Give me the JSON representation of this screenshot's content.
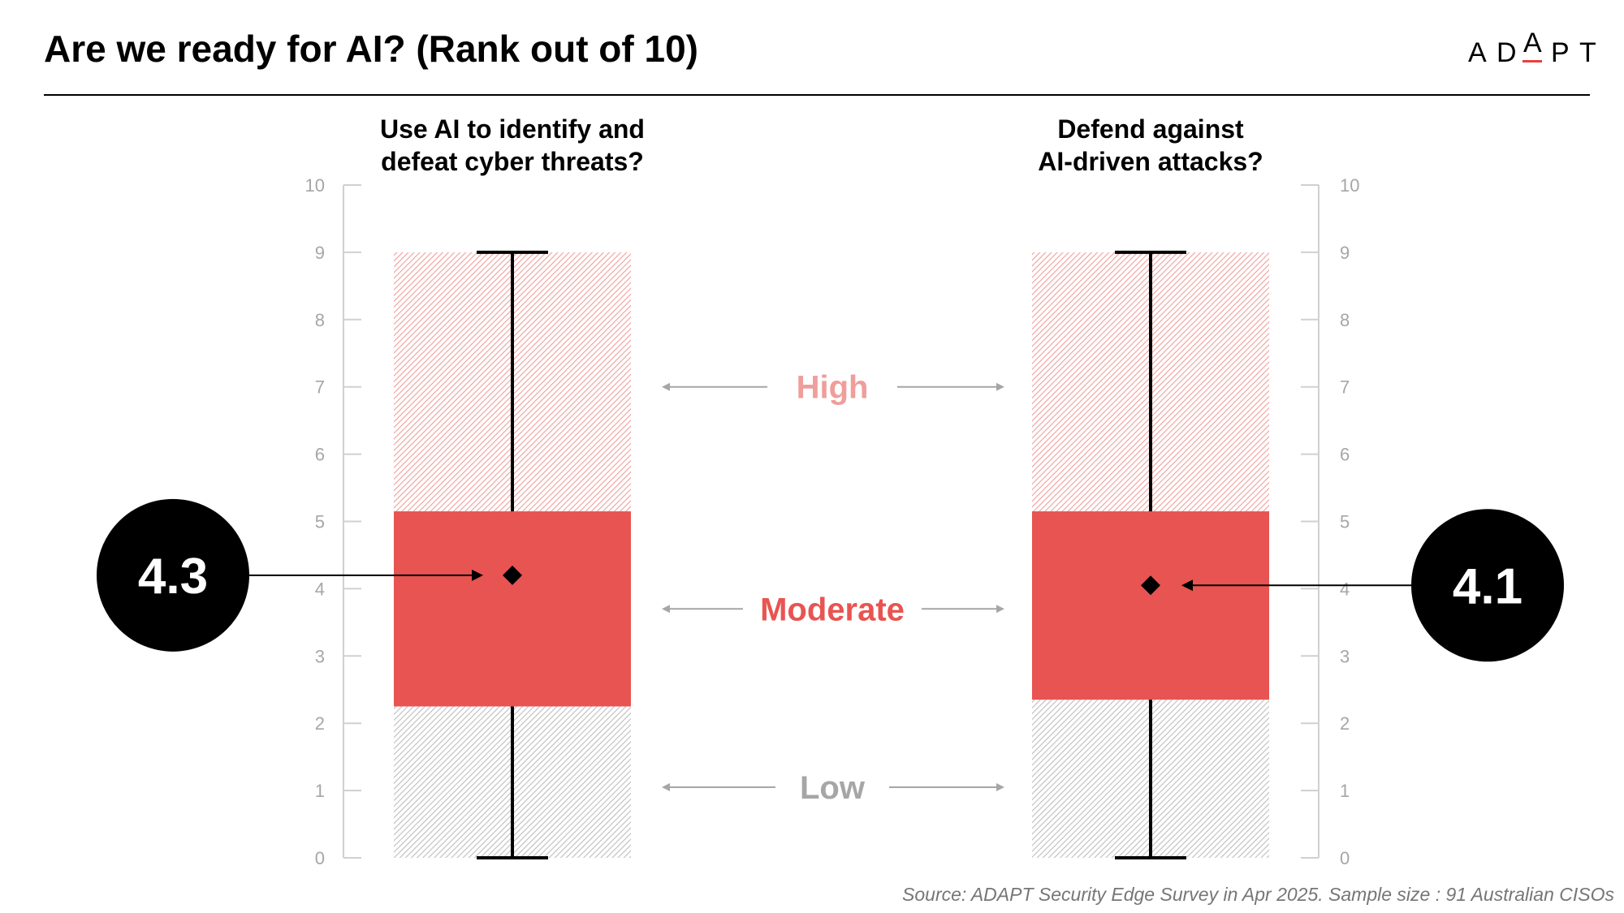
{
  "page": {
    "title": "Are we ready for AI? (Rank out of 10)",
    "logo_letters": [
      "A",
      "D",
      "A",
      "P",
      "T"
    ],
    "source": "Source: ADAPT Security Edge Survey in Apr 2025. Sample size : 91 Australian CISOs"
  },
  "colors": {
    "box_fill": "#e85451",
    "high_zone": "#ef9e9b",
    "low_zone": "#bdbdbd",
    "axis": "#d0d0d0",
    "tick_text": "#a6a6a6",
    "arrow": "#a6a6a6",
    "bubble": "#000000",
    "logo_accent": "#e8403d"
  },
  "chart_data": {
    "type": "box",
    "ylim": [
      0,
      10
    ],
    "yticks": [
      "0",
      "1",
      "2",
      "3",
      "4",
      "5",
      "6",
      "7",
      "8",
      "9",
      "10"
    ],
    "series": [
      {
        "label_lines": [
          "Use AI to identify and",
          "defeat cyber threats?"
        ],
        "min": 0,
        "q1": 2.25,
        "q3": 5.15,
        "max": 9,
        "mean": 4.2,
        "mean_label": "4.3"
      },
      {
        "label_lines": [
          "Defend against",
          "AI-driven attacks?"
        ],
        "min": 0,
        "q1": 2.35,
        "q3": 5.15,
        "max": 9,
        "mean": 4.05,
        "mean_label": "4.1"
      }
    ],
    "zones": [
      {
        "label": "High",
        "y": 7,
        "color": "#ef9e9b"
      },
      {
        "label": "Moderate",
        "y": 3.7,
        "color": "#e85451"
      },
      {
        "label": "Low",
        "y": 1.05,
        "color": "#a6a6a6"
      }
    ]
  }
}
